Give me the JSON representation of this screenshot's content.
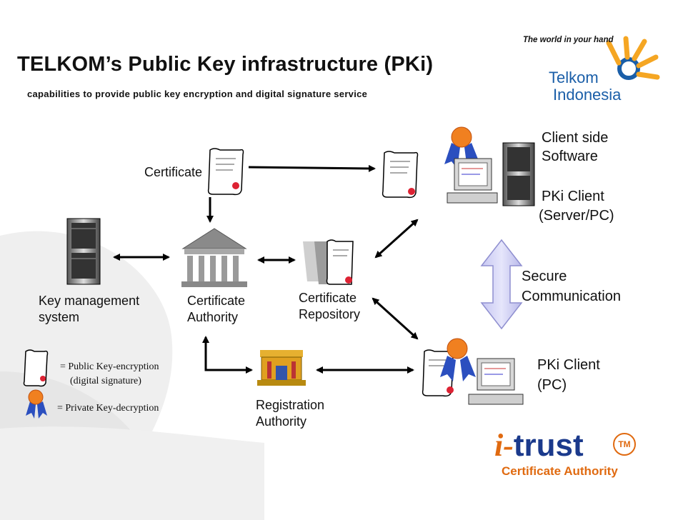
{
  "header": {
    "tagline": "The world in your hand",
    "title": "TELKOM’s Public Key infrastructure (PKi)",
    "subtitle": "capabilities to provide public key encryption and digital signature service"
  },
  "logo": {
    "line1": "Telkom",
    "line2": "Indonesia",
    "color": "#1a5ea8",
    "accent": "#f5a623"
  },
  "nodes": {
    "certificate": "Certificate",
    "key_management": [
      "Key management",
      "system"
    ],
    "certificate_authority": [
      "Certificate",
      "Authority"
    ],
    "certificate_repository": [
      "Certificate",
      "Repository"
    ],
    "registration_authority": [
      "Registration",
      "Authority"
    ],
    "client_side": [
      "Client side",
      "Software"
    ],
    "pki_client_server": [
      "PKi Client",
      "(Server/PC)"
    ],
    "secure_communication": [
      "Secure",
      "Communication"
    ],
    "pki_client_pc": [
      "PKi Client",
      "(PC)"
    ]
  },
  "legend": {
    "public_key": [
      "= Public Key-encryption",
      "(digital signature)"
    ],
    "private_key": "= Private Key-decryption"
  },
  "brand": {
    "i": "i-",
    "trust": "trust",
    "tm": "TM",
    "tagline": "Certificate Authority",
    "orange": "#e06a10",
    "blue": "#1b3a8c"
  }
}
